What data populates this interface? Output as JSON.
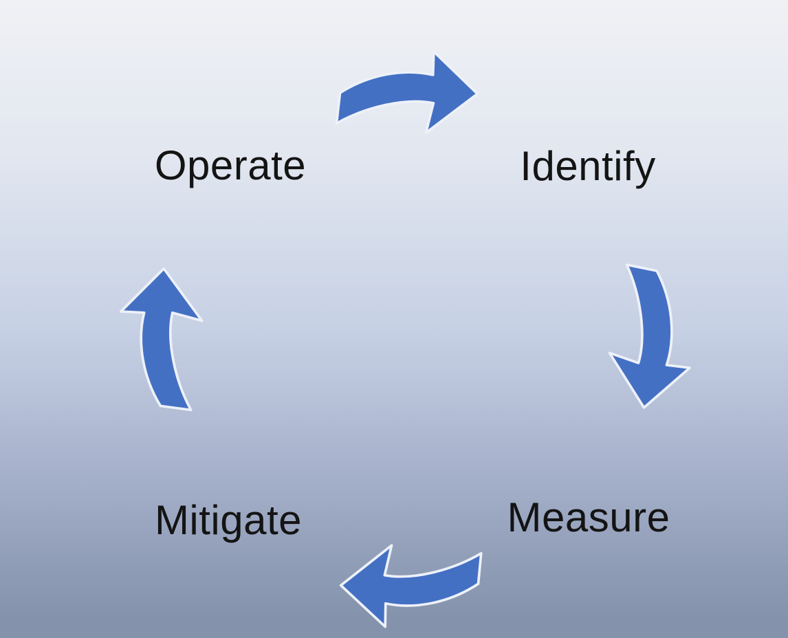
{
  "diagram": {
    "type": "cycle",
    "nodes": [
      {
        "id": "operate",
        "label": "Operate",
        "position": "top-left"
      },
      {
        "id": "identify",
        "label": "Identify",
        "position": "top-right"
      },
      {
        "id": "measure",
        "label": "Measure",
        "position": "bottom-right"
      },
      {
        "id": "mitigate",
        "label": "Mitigate",
        "position": "bottom-left"
      }
    ],
    "arrows": [
      {
        "id": "arrow-top",
        "from": "Operate",
        "to": "Identify",
        "direction": "right"
      },
      {
        "id": "arrow-right",
        "from": "Identify",
        "to": "Measure",
        "direction": "down"
      },
      {
        "id": "arrow-bottom",
        "from": "Measure",
        "to": "Mitigate",
        "direction": "left"
      },
      {
        "id": "arrow-left",
        "from": "Mitigate",
        "to": "Operate",
        "direction": "up"
      }
    ]
  },
  "colors": {
    "arrow_fill": "#4470c4",
    "arrow_outline": "#edf1f8",
    "text": "#141414",
    "bg_top": "#f0f1f5",
    "bg_upper": "#e2e7f0",
    "bg_mid": "#c6d0e4",
    "bg_lower": "#a9b3cd",
    "bg_bottom": "#8492ab"
  }
}
